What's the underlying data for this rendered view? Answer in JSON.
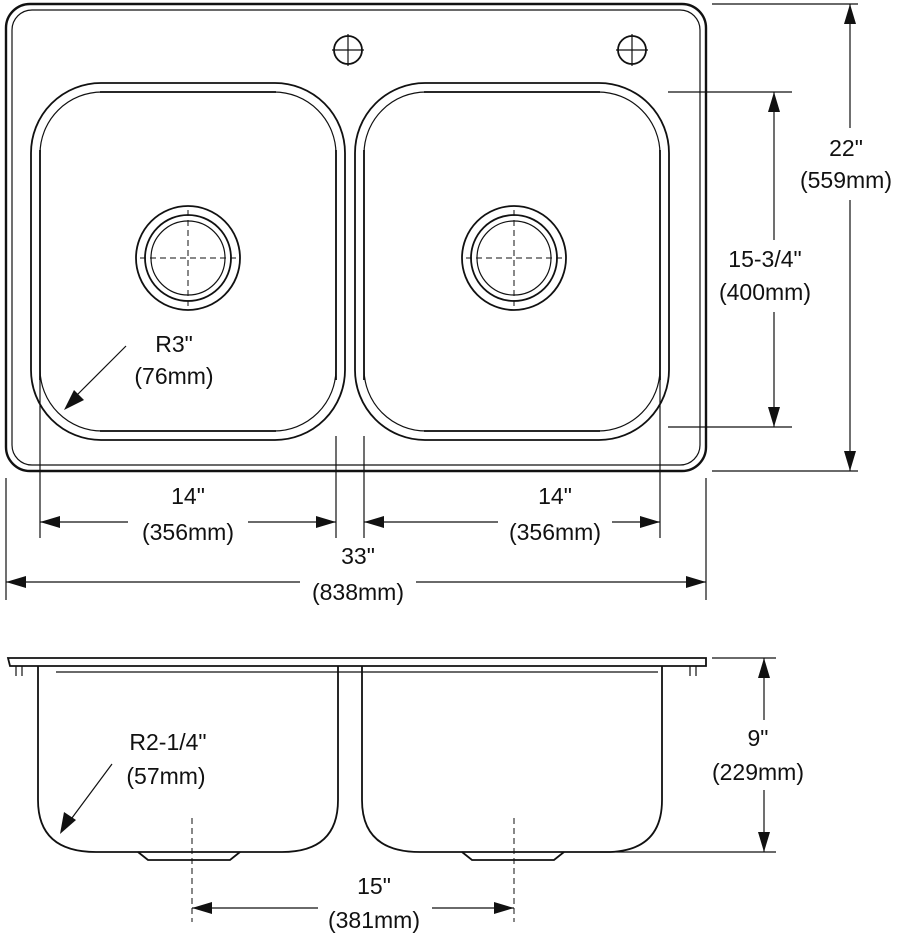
{
  "dimensions": {
    "overall_width": {
      "imperial": "33\"",
      "metric": "(838mm)"
    },
    "overall_depth": {
      "imperial": "22\"",
      "metric": "(559mm)"
    },
    "left_bowl_width": {
      "imperial": "14\"",
      "metric": "(356mm)"
    },
    "right_bowl_width": {
      "imperial": "14\"",
      "metric": "(356mm)"
    },
    "bowl_length": {
      "imperial": "15-3/4\"",
      "metric": "(400mm)"
    },
    "corner_radius": {
      "imperial": "R3\"",
      "metric": "(76mm)"
    },
    "bottom_radius": {
      "imperial": "R2-1/4\"",
      "metric": "(57mm)"
    },
    "bowl_depth": {
      "imperial": "9\"",
      "metric": "(229mm)"
    },
    "drain_spacing": {
      "imperial": "15\"",
      "metric": "(381mm)"
    }
  }
}
